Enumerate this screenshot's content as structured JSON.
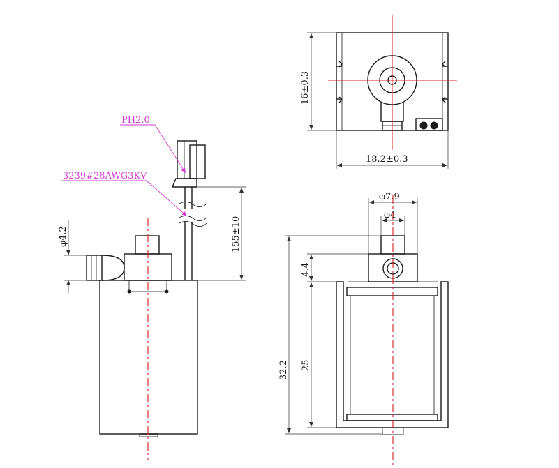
{
  "colors": {
    "centerline": "#d92020",
    "leader": "#d23ad2",
    "outline": "#1a1a1a"
  },
  "labels": {
    "connector": "PH2.0",
    "wire": "3239#28AWG3KV",
    "dia_outlet": "φ4.2",
    "wire_length": "155±10",
    "top_height": "16±0.3",
    "top_width": "18.2±0.3",
    "dia_outer": "φ7.9",
    "dia_inner": "φ4",
    "nozzle_height": "4.4",
    "total_height": "32.2",
    "body_height": "25"
  }
}
